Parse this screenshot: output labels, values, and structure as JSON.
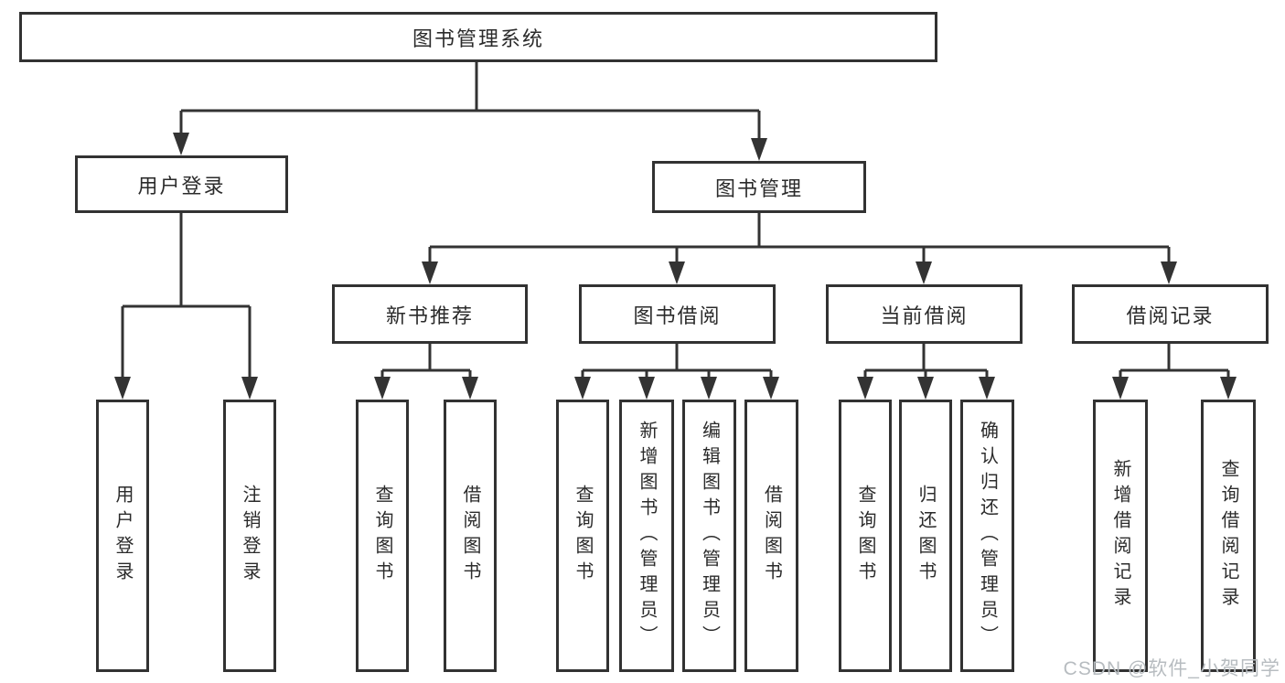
{
  "colors": {
    "line": "#333333",
    "box_border": "#323232",
    "text": "#2b2b2b",
    "background": "#ffffff",
    "watermark_text": "#b7bcc0"
  },
  "watermark": {
    "text": "CSDN @软件_小贺同学"
  },
  "tree": {
    "root": {
      "label": "图书管理系统"
    },
    "branches": [
      {
        "label": "用户登录",
        "leaves": [
          {
            "label": "用户登录"
          },
          {
            "label": "注销登录"
          }
        ]
      },
      {
        "label": "图书管理",
        "groups": [
          {
            "label": "新书推荐",
            "leaves": [
              {
                "label": "查询图书"
              },
              {
                "label": "借阅图书"
              }
            ]
          },
          {
            "label": "图书借阅",
            "leaves": [
              {
                "label": "查询图书"
              },
              {
                "label": "新增图书（管理员）"
              },
              {
                "label": "编辑图书（管理员）"
              },
              {
                "label": "借阅图书"
              }
            ]
          },
          {
            "label": "当前借阅",
            "leaves": [
              {
                "label": "查询图书"
              },
              {
                "label": "归还图书"
              },
              {
                "label": "确认归还（管理员）"
              }
            ]
          },
          {
            "label": "借阅记录",
            "leaves": [
              {
                "label": "新增借阅记录"
              },
              {
                "label": "查询借阅记录"
              }
            ]
          }
        ]
      }
    ]
  }
}
